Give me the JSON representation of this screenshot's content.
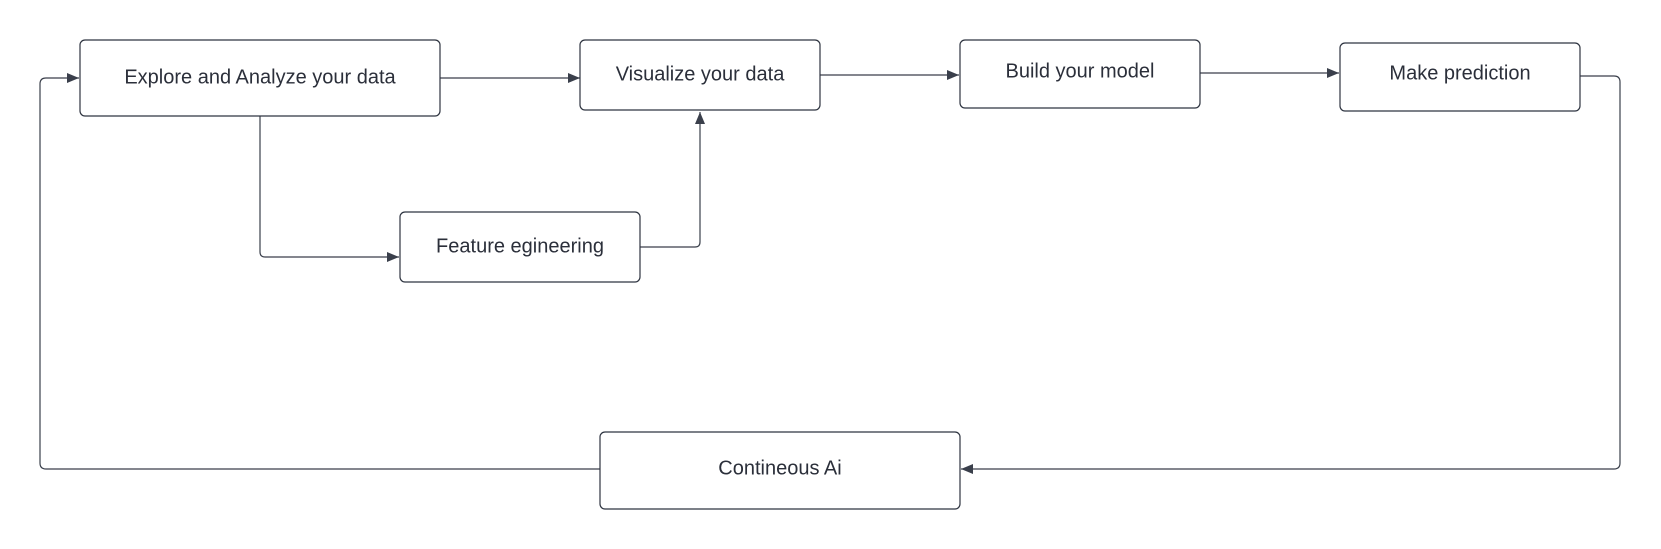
{
  "nodes": {
    "explore": {
      "label": "Explore and Analyze your data"
    },
    "visualize": {
      "label": "Visualize your data"
    },
    "build": {
      "label": "Build your model"
    },
    "predict": {
      "label": "Make prediction"
    },
    "feature": {
      "label": "Feature egineering"
    },
    "continuous": {
      "label": "Contineous Ai"
    }
  },
  "edges": [
    {
      "from": "explore",
      "to": "visualize"
    },
    {
      "from": "explore",
      "to": "feature"
    },
    {
      "from": "feature",
      "to": "visualize"
    },
    {
      "from": "visualize",
      "to": "build"
    },
    {
      "from": "build",
      "to": "predict"
    },
    {
      "from": "predict",
      "to": "continuous"
    },
    {
      "from": "continuous",
      "to": "explore"
    }
  ],
  "colors": {
    "stroke": "#2e3440",
    "text": "#2b2f3a",
    "background": "#ffffff"
  }
}
